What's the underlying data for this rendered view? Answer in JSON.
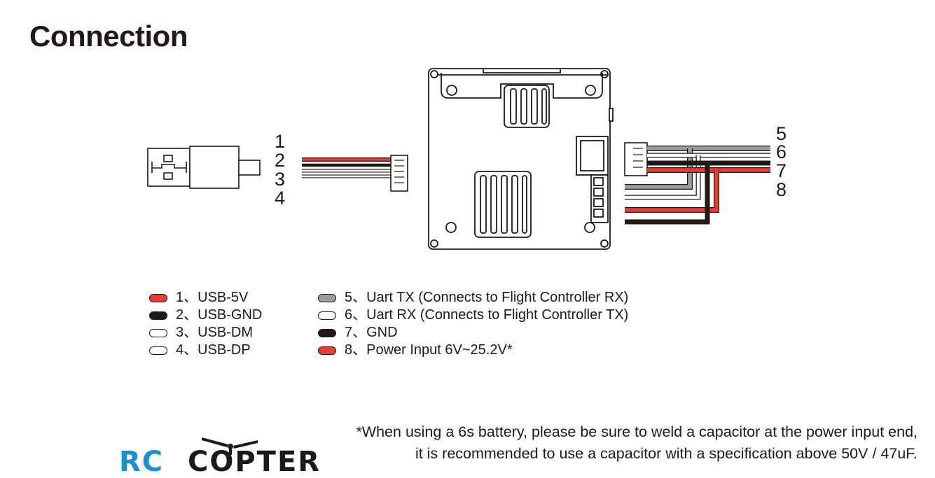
{
  "title": "Connection",
  "pins_left": [
    "1",
    "2",
    "3",
    "4"
  ],
  "pins_right": [
    "5",
    "6",
    "7",
    "8"
  ],
  "legend_left": [
    {
      "text": "1、USB-5V",
      "color": "#e83b34"
    },
    {
      "text": "2、USB-GND",
      "color": "#231815"
    },
    {
      "text": "3、USB-DM",
      "color": "#ffffff"
    },
    {
      "text": "4、USB-DP",
      "color": "#ffffff"
    }
  ],
  "legend_right": [
    {
      "text": "5、Uart TX (Connects to Flight Controller RX)",
      "color": "#9d9d9d"
    },
    {
      "text": "6、Uart RX (Connects to Flight Controller TX)",
      "color": "#ffffff"
    },
    {
      "text": "7、GND",
      "color": "#231815"
    },
    {
      "text": "8、Power Input 6V~25.2V*",
      "color": "#e83b34"
    }
  ],
  "note": {
    "line1": "*When using a 6s battery, please be sure to weld a capacitor at the power input end,",
    "line2": "it is recommended to use a capacitor with a specification above 50V / 47uF."
  },
  "logo": {
    "rc": "RC",
    "copter": "COPTER",
    "rc_color": "#1b8fd1",
    "copter_color": "#1a1a1a"
  },
  "colors": {
    "red": "#e83b34",
    "black": "#231815",
    "gray": "#9d9d9d",
    "white": "#ffffff"
  }
}
